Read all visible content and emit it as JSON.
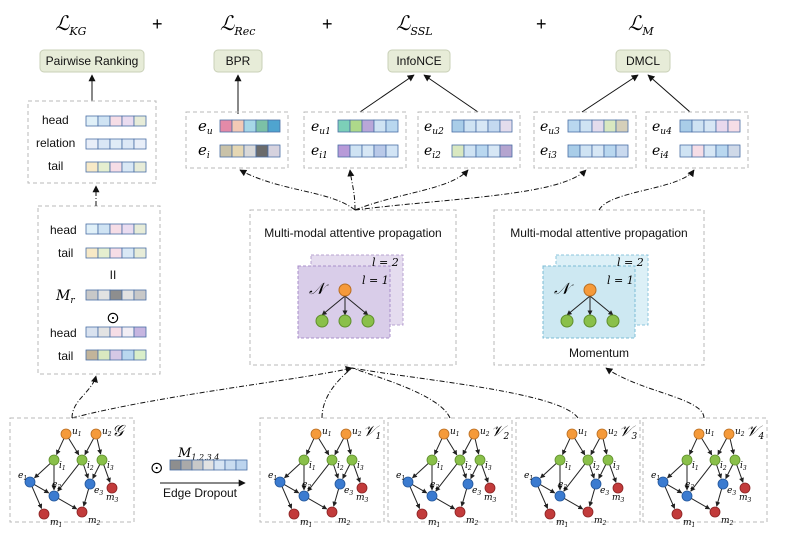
{
  "losses": {
    "kg": "ℒ",
    "kg_sub": "KG",
    "rec": "ℒ",
    "rec_sub": "Rec",
    "ssl": "ℒ",
    "ssl_sub": "SSL",
    "m": "ℒ",
    "m_sub": "M",
    "plus": "+"
  },
  "boxes": {
    "pairwise": "Pairwise Ranking",
    "bpr": "BPR",
    "infonce": "InfoNCE",
    "dmcl": "DMCL"
  },
  "kg_top": {
    "head": "head",
    "relation": "relation",
    "tail": "tail"
  },
  "kg_bottom": {
    "head1": "head",
    "tail1": "tail",
    "equals": "II",
    "mr": "M",
    "mr_sub": "r",
    "odot": "⊙",
    "head2": "head",
    "tail2": "tail"
  },
  "emb": {
    "eu": "e",
    "eu_sub": "u",
    "ei": "e",
    "ei_sub": "i",
    "eu1": "e",
    "eu1_sub": "u1",
    "ei1": "e",
    "ei1_sub": "i1",
    "eu2": "e",
    "eu2_sub": "u2",
    "ei2": "e",
    "ei2_sub": "i2",
    "eu3": "e",
    "eu3_sub": "u3",
    "ei3": "e",
    "ei3_sub": "i3",
    "eu4": "e",
    "eu4_sub": "u4",
    "ei4": "e",
    "ei4_sub": "i4"
  },
  "propagation": {
    "title_left": "Multi-modal attentive propagation",
    "title_right": "Multi-modal attentive propagation",
    "l2": "l = 2",
    "l1": "l = 1",
    "n_symbol": "𝒩",
    "momentum": "Momentum"
  },
  "graphs": {
    "g": "𝒢",
    "v1": "𝒱",
    "v1_sub": "1",
    "v2": "𝒱",
    "v2_sub": "2",
    "v3": "𝒱",
    "v3_sub": "3",
    "v4": "𝒱",
    "v4_sub": "4",
    "node_labels": {
      "u1": "u",
      "u1_sub": "1",
      "u2": "u",
      "u2_sub": "2",
      "i1": "i",
      "i1_sub": "1",
      "i2": "i",
      "i2_sub": "2",
      "i3": "i",
      "i3_sub": "3",
      "e1": "e",
      "e1_sub": "1",
      "e2": "e",
      "e2_sub": "2",
      "e3": "e",
      "e3_sub": "3",
      "m1": "m",
      "m1_sub": "1",
      "m2": "m",
      "m2_sub": "2",
      "m3": "m",
      "m3_sub": "3"
    }
  },
  "dropout": {
    "mask": "M",
    "mask_sub": "1,2,3,4",
    "odot": "⊙",
    "label": "Edge Dropout"
  },
  "colors": {
    "user_node": "#f59a3a",
    "item_node": "#8ac04a",
    "entity_node": "#3b7bd0",
    "modal_node": "#c23b3b",
    "loss_box": "#e7ecd8",
    "prop_purple": "#d9cde9",
    "prop_cyan": "#cde8f2"
  }
}
